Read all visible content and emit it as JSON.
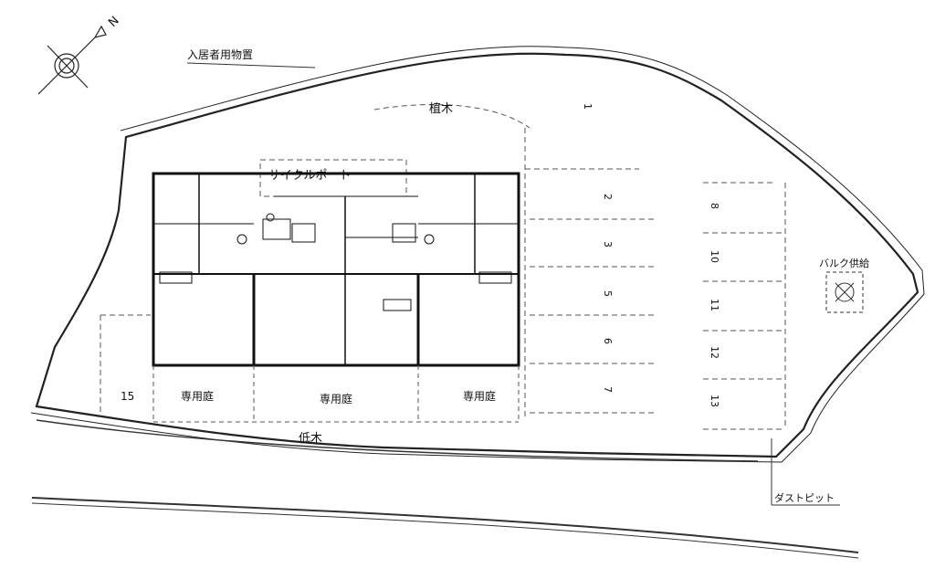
{
  "north_label": "N",
  "labels": {
    "resident_storage": "入居者用物置",
    "planting": "植木",
    "cycle_port": "サイクルポート",
    "private_garden": "専用庭",
    "low_trees": "低木",
    "bulk_supply": "バルク供給",
    "dust_pit": "ダストピット"
  },
  "parking_spaces": [
    "1",
    "2",
    "3",
    "5",
    "6",
    "7",
    "8",
    "10",
    "11",
    "12",
    "13",
    "15"
  ]
}
